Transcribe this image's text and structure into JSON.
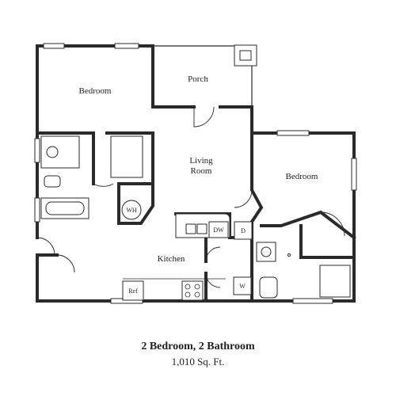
{
  "rooms": {
    "bedroom_1": "Bedroom",
    "porch": "Porch",
    "living_room_line1": "Living",
    "living_room_line2": "Room",
    "bedroom_2": "Bedroom",
    "kitchen": "Kitchen"
  },
  "fixtures": {
    "water_heater": "WH",
    "dishwasher": "DW",
    "dryer": "D",
    "washer": "W",
    "refrigerator": "Ref"
  },
  "caption": {
    "title": "2 Bedroom, 2 Bathroom",
    "area": "1,010 Sq. Ft."
  }
}
